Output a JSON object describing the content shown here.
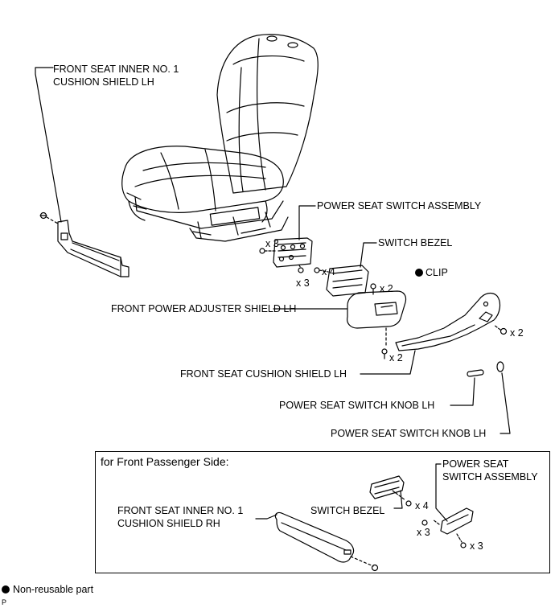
{
  "labels": {
    "inner_cushion_shield_lh": [
      "FRONT SEAT INNER NO. 1",
      "CUSHION SHIELD LH"
    ],
    "power_seat_switch_assembly": "POWER SEAT SWITCH ASSEMBLY",
    "switch_bezel": "SWITCH BEZEL",
    "clip": "CLIP",
    "power_adjuster_shield_lh": "FRONT POWER ADJUSTER SHIELD LH",
    "seat_cushion_shield_lh": "FRONT SEAT CUSHION SHIELD LH",
    "knob_lh_1": "POWER SEAT SWITCH KNOB LH",
    "knob_lh_2": "POWER SEAT SWITCH KNOB LH"
  },
  "quantities": {
    "switch_screws": "x 3",
    "switch_screws_2": "x 3",
    "bezel_screws": "x 4",
    "clips": "x 2",
    "adjuster_screws": "x 2",
    "cushion_shield_screws": "x 2"
  },
  "inset": {
    "title": "for Front Passenger Side:",
    "labels": {
      "power_seat_switch_assembly": [
        "POWER SEAT",
        "SWITCH ASSEMBLY"
      ],
      "switch_bezel": "SWITCH BEZEL",
      "inner_cushion_shield_rh": [
        "FRONT SEAT INNER NO. 1",
        "CUSHION SHIELD RH"
      ]
    },
    "quantities": {
      "bezel_screws": "x 4",
      "switch_screws": "x 3",
      "switch_screws_2": "x 3"
    }
  },
  "legend": {
    "non_reusable": "Non-reusable part"
  },
  "code": "P"
}
